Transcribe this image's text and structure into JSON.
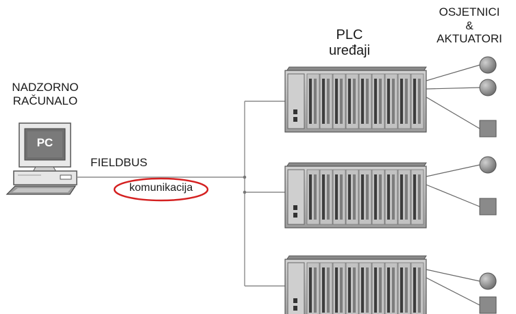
{
  "labels": {
    "pc_title_line1": "NADZORNO",
    "pc_title_line2": "RAČUNALO",
    "pc_screen": "PC",
    "bus_name": "FIELDBUS",
    "bus_sub": "komunikacija",
    "plc_line1": "PLC",
    "plc_line2": "uređaji",
    "io_line1": "OSJETNICI",
    "io_line2": "&",
    "io_line3": "AKTUATORI"
  },
  "plc_units": 3,
  "devices_per_plc": [
    [
      "sensor-round",
      "sensor-round",
      "actuator-square"
    ],
    [
      "sensor-round",
      "actuator-square"
    ],
    [
      "sensor-round",
      "actuator-square"
    ]
  ],
  "colors": {
    "line": "#8c8c8c",
    "rack_fill": "#b9b9b9",
    "rack_dark": "#5a5a5a",
    "device_fill": "#8a8a8a",
    "screen": "#6f6f6f",
    "highlight": "#d42020"
  }
}
